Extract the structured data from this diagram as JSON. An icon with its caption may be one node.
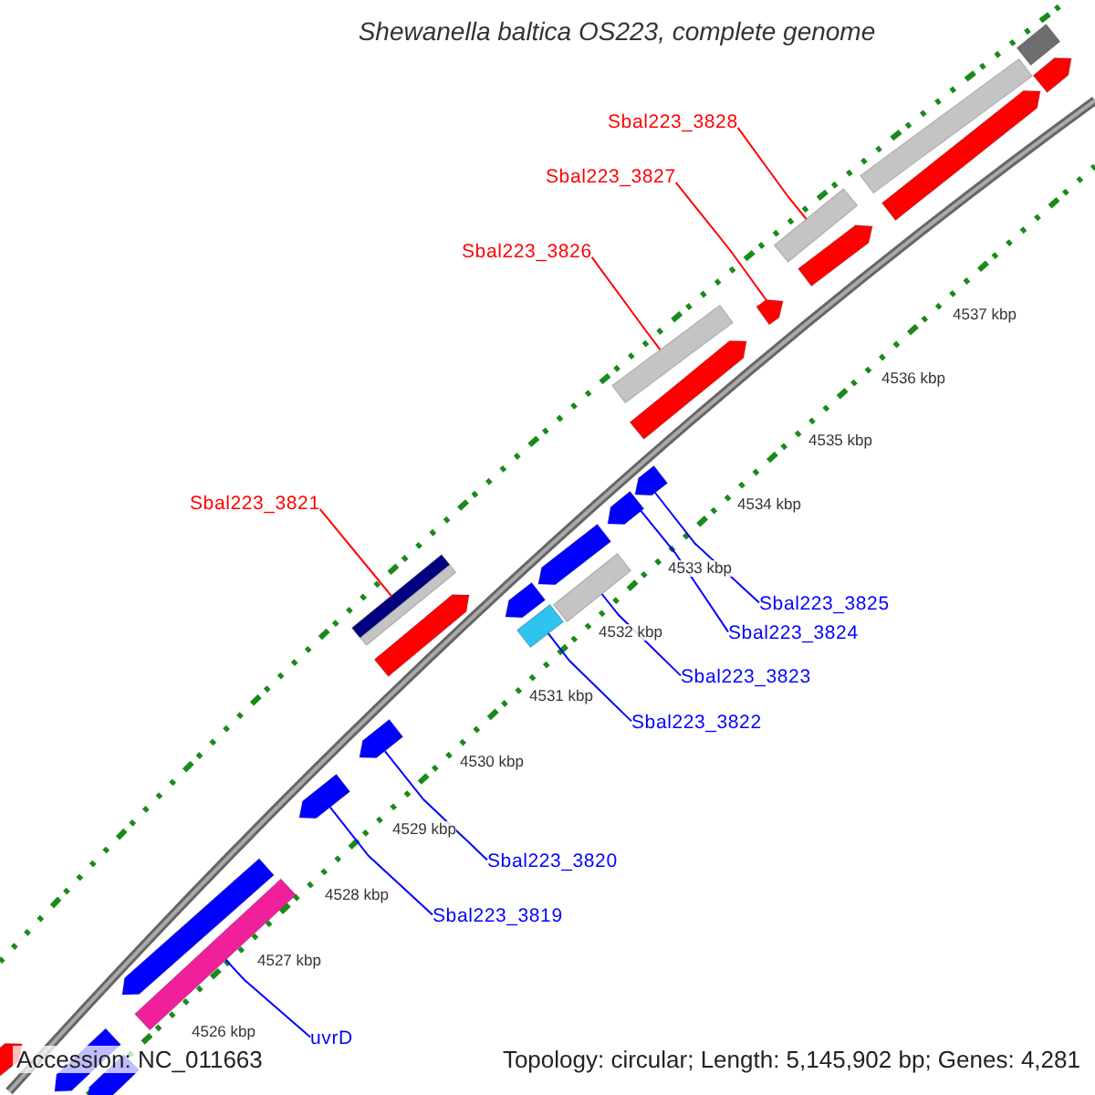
{
  "diagram": {
    "title": "Shewanella baltica OS223, complete genome",
    "nodes": [
      {
        "text": [
          "Sbal223_3828"
        ]
      },
      {
        "text": [
          "Sbal223_3827"
        ]
      },
      {
        "text": [
          "Sbal223_3826"
        ]
      },
      {
        "text": [
          "Sbal223_3821"
        ]
      },
      {
        "text": [
          "Sbal223_3825"
        ]
      },
      {
        "text": [
          "Sbal223_3824"
        ]
      },
      {
        "text": [
          "Sbal223_3823"
        ]
      },
      {
        "text": [
          "Sbal223_3822"
        ]
      },
      {
        "text": [
          "Sbal223_3820"
        ]
      },
      {
        "text": [
          "Sbal223_3819"
        ]
      },
      {
        "text": [
          "uvrD"
        ]
      },
      {
        "text": [],
        "shape": "bar"
      },
      {
        "text": [],
        "shape": "bar"
      },
      {
        "text": [],
        "shape": "bar"
      },
      {
        "text": [],
        "shape": "bar"
      },
      {
        "text": [],
        "shape": "bar"
      },
      {
        "text": [],
        "shape": "bar"
      },
      {
        "text": [],
        "shape": "bar"
      },
      {
        "text": [],
        "shape": "bar"
      },
      {
        "text": [],
        "shape": "bar",
        "in": 18
      },
      {
        "text": [],
        "shape": "bar"
      },
      {
        "text": [],
        "shape": "bar"
      },
      {
        "text": [],
        "shape": "bar"
      },
      {
        "text": [],
        "shape": "bar"
      },
      {
        "text": [],
        "shape": "bar"
      },
      {
        "text": [],
        "shape": "bar"
      },
      {
        "text": [],
        "shape": "bar"
      },
      {
        "text": [],
        "shape": "bar"
      },
      {
        "text": [],
        "shape": "bar"
      },
      {
        "text": [],
        "shape": "bar"
      },
      {
        "text": [],
        "shape": "bar"
      },
      {
        "text": [],
        "shape": "bar"
      },
      {
        "text": [],
        "shape": "bar"
      },
      {
        "text": [],
        "shape": "bar"
      },
      {
        "text": [],
        "shape": "bar"
      },
      {
        "text": [],
        "shape": "bar"
      }
    ],
    "edges": [
      {
        "from": 0,
        "to": 30,
        "arrow": "none",
        "color": "#ff0000"
      },
      {
        "from": 1,
        "to": 29,
        "arrow": "none",
        "color": "#ff0000"
      },
      {
        "from": 2,
        "to": 26,
        "arrow": "none",
        "color": "#ff0000"
      },
      {
        "from": 3,
        "to": 18,
        "arrow": "none",
        "color": "#ff0000"
      },
      {
        "from": 4,
        "to": 27,
        "arrow": "none"
      },
      {
        "from": 5,
        "to": 25,
        "arrow": "none"
      },
      {
        "from": 6,
        "to": 24,
        "arrow": "none"
      },
      {
        "from": 7,
        "to": 22,
        "arrow": "none"
      },
      {
        "from": 8,
        "to": 17,
        "arrow": "none"
      },
      {
        "from": 9,
        "to": 16,
        "arrow": "none"
      },
      {
        "from": 10,
        "to": 15,
        "arrow": "none"
      }
    ],
    "labels": [
      "4537 kbp",
      "4536 kbp",
      "4535 kbp",
      "4534 kbp",
      "4533 kbp",
      "4532 kbp",
      "4531 kbp",
      "4530 kbp",
      "4529 kbp",
      "4528 kbp",
      "4527 kbp",
      "4526 kbp",
      "Accession: NC_011663",
      "Topology: circular; Length: 5,145,902 bp; Genes: 4,281"
    ]
  }
}
